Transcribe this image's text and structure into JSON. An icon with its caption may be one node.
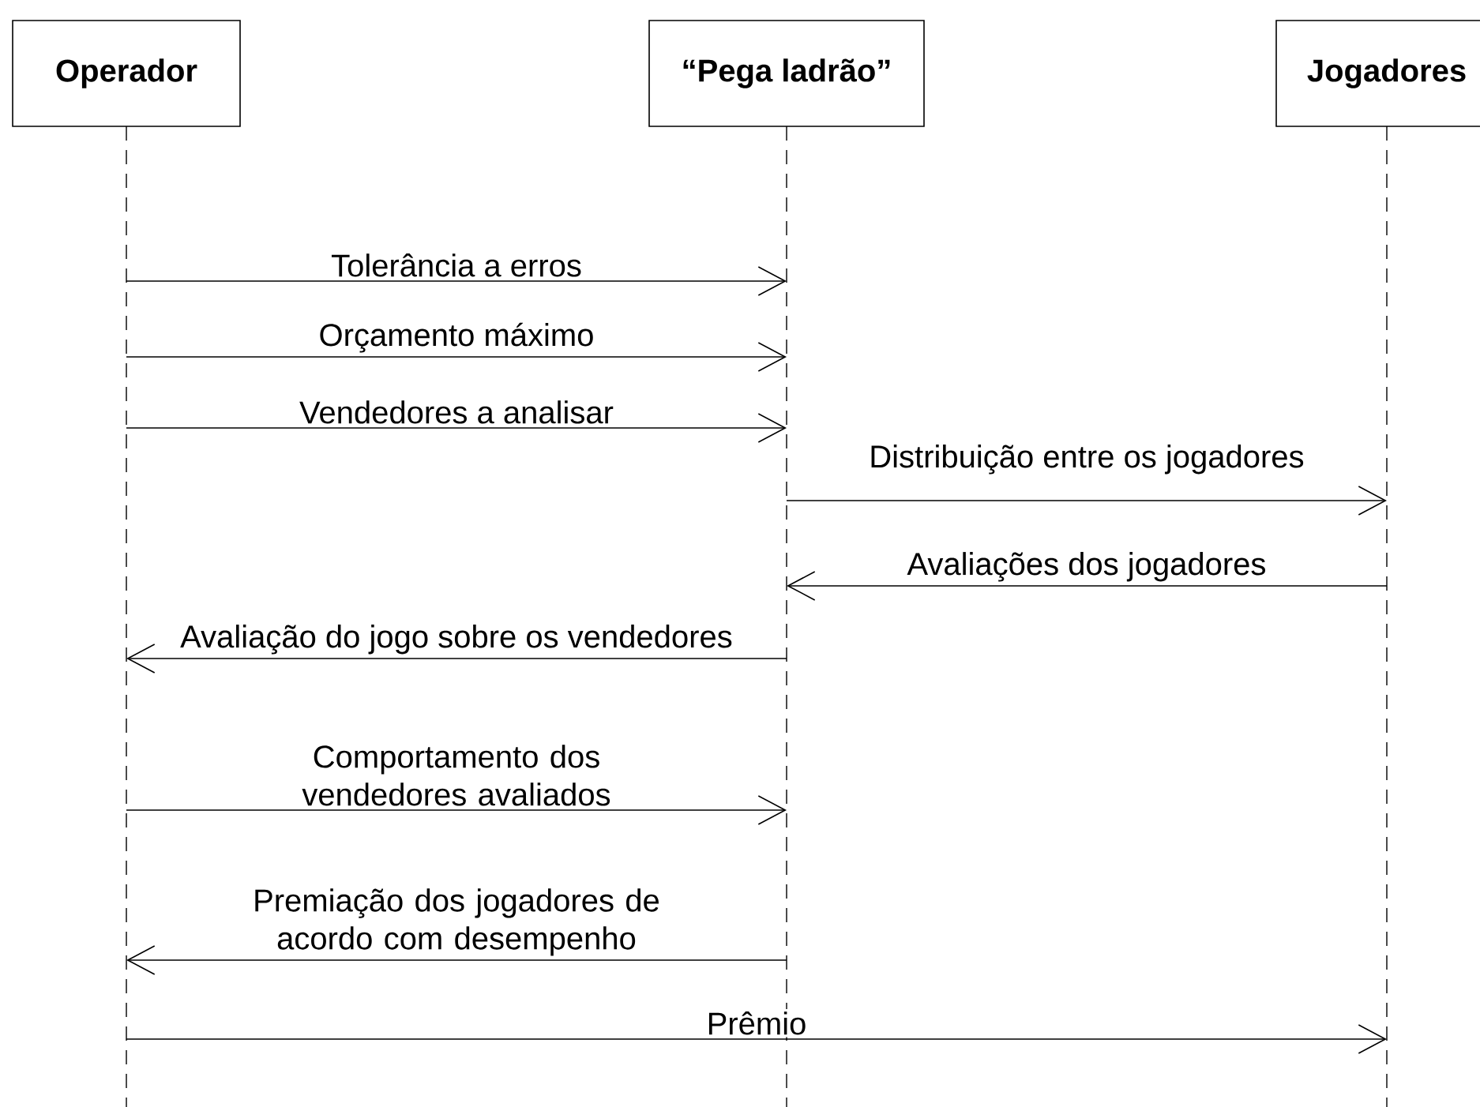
{
  "diagram": {
    "nodes": [
      {
        "text": [
          "Operador"
        ]
      },
      {
        "text": [
          "“Pega ladrão”"
        ]
      },
      {
        "text": [
          "Jogadores"
        ]
      }
    ],
    "edges": [
      {
        "from": 0,
        "to": 1,
        "arrow": "to",
        "label": "Tolerância a erros"
      },
      {
        "from": 0,
        "to": 1,
        "arrow": "to",
        "label": "Orçamento máximo"
      },
      {
        "from": 0,
        "to": 1,
        "arrow": "to",
        "label": "Vendedores a analisar"
      },
      {
        "from": 1,
        "to": 2,
        "arrow": "to",
        "label": "Distribuição entre os jogadores"
      },
      {
        "from": 2,
        "to": 1,
        "arrow": "to",
        "label": "Avaliações dos jogadores"
      },
      {
        "from": 1,
        "to": 0,
        "arrow": "to",
        "label": "Avaliação do jogo sobre os vendedores"
      },
      {
        "from": 0,
        "to": 1,
        "arrow": "to",
        "label": "Comportamento dos vendedores avaliados"
      },
      {
        "from": 1,
        "to": 0,
        "arrow": "to",
        "label": "Premiação dos jogadores de acordo com desempenho"
      },
      {
        "from": 0,
        "to": 2,
        "arrow": "to",
        "label": "Prêmio"
      }
    ]
  }
}
